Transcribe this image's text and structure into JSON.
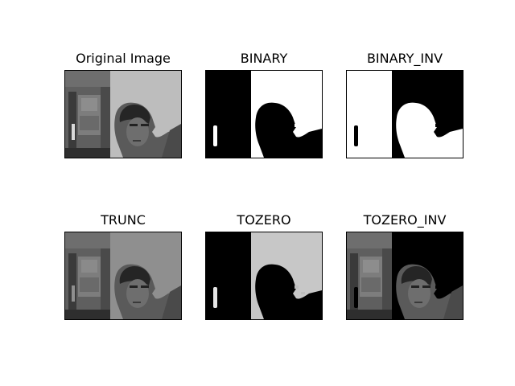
{
  "figure": {
    "panels": [
      {
        "id": "original",
        "title": "Original Image"
      },
      {
        "id": "binary",
        "title": "BINARY"
      },
      {
        "id": "binary-inv",
        "title": "BINARY_INV"
      },
      {
        "id": "trunc",
        "title": "TRUNC"
      },
      {
        "id": "tozero",
        "title": "TOZERO"
      },
      {
        "id": "tozero-inv",
        "title": "TOZERO_INV"
      }
    ]
  }
}
